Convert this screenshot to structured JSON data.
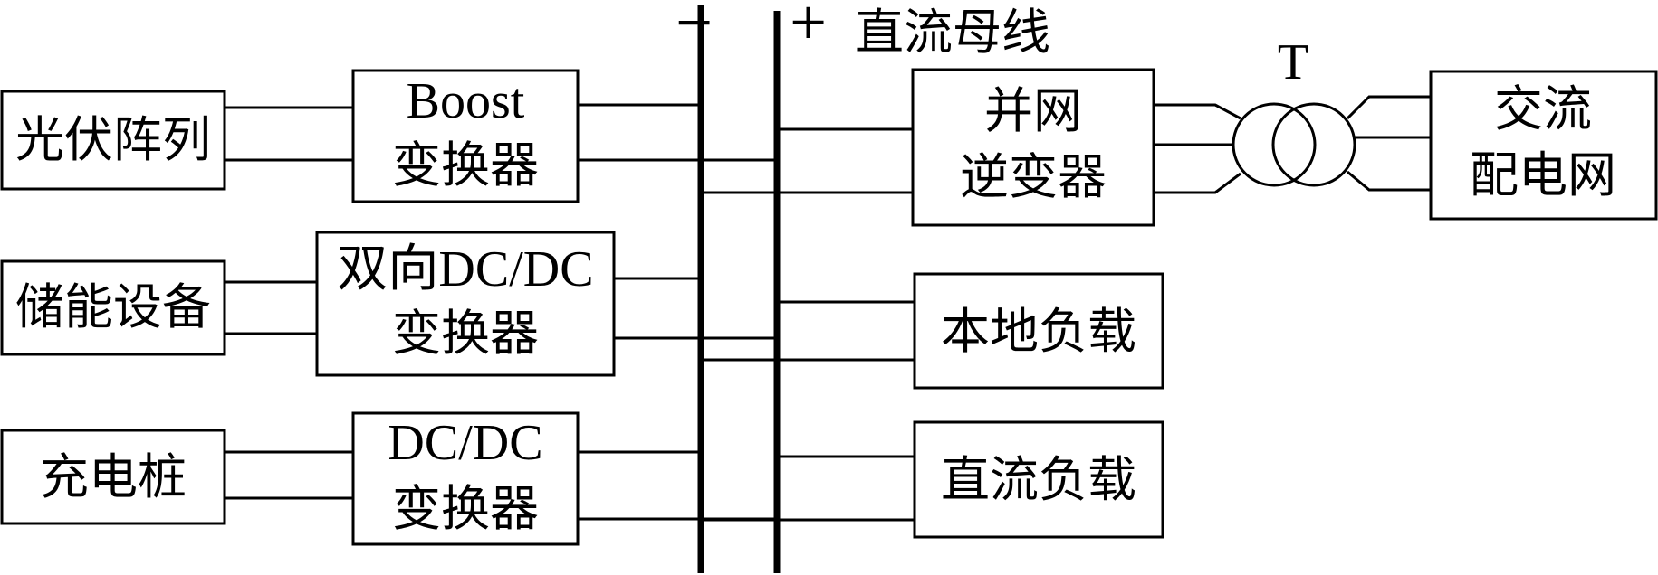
{
  "bus": {
    "negative_sign": "−",
    "positive_sign": "+",
    "label": "直流母线"
  },
  "left_sources": {
    "pv_array": "光伏阵列",
    "storage": "储能设备",
    "charging_pile": "充电桩"
  },
  "converters": {
    "boost": {
      "line1": "Boost",
      "line2": "变换器"
    },
    "bidirectional": {
      "line1": "双向DC/DC",
      "line2": "变换器"
    },
    "dcdc": {
      "line1": "DC/DC",
      "line2": "变换器"
    }
  },
  "right_blocks": {
    "grid_inverter": {
      "line1": "并网",
      "line2": "逆变器"
    },
    "local_load": "本地负载",
    "dc_load": "直流负载"
  },
  "transformer": {
    "label": "T"
  },
  "ac_grid": {
    "line1": "交流",
    "line2": "配电网"
  }
}
